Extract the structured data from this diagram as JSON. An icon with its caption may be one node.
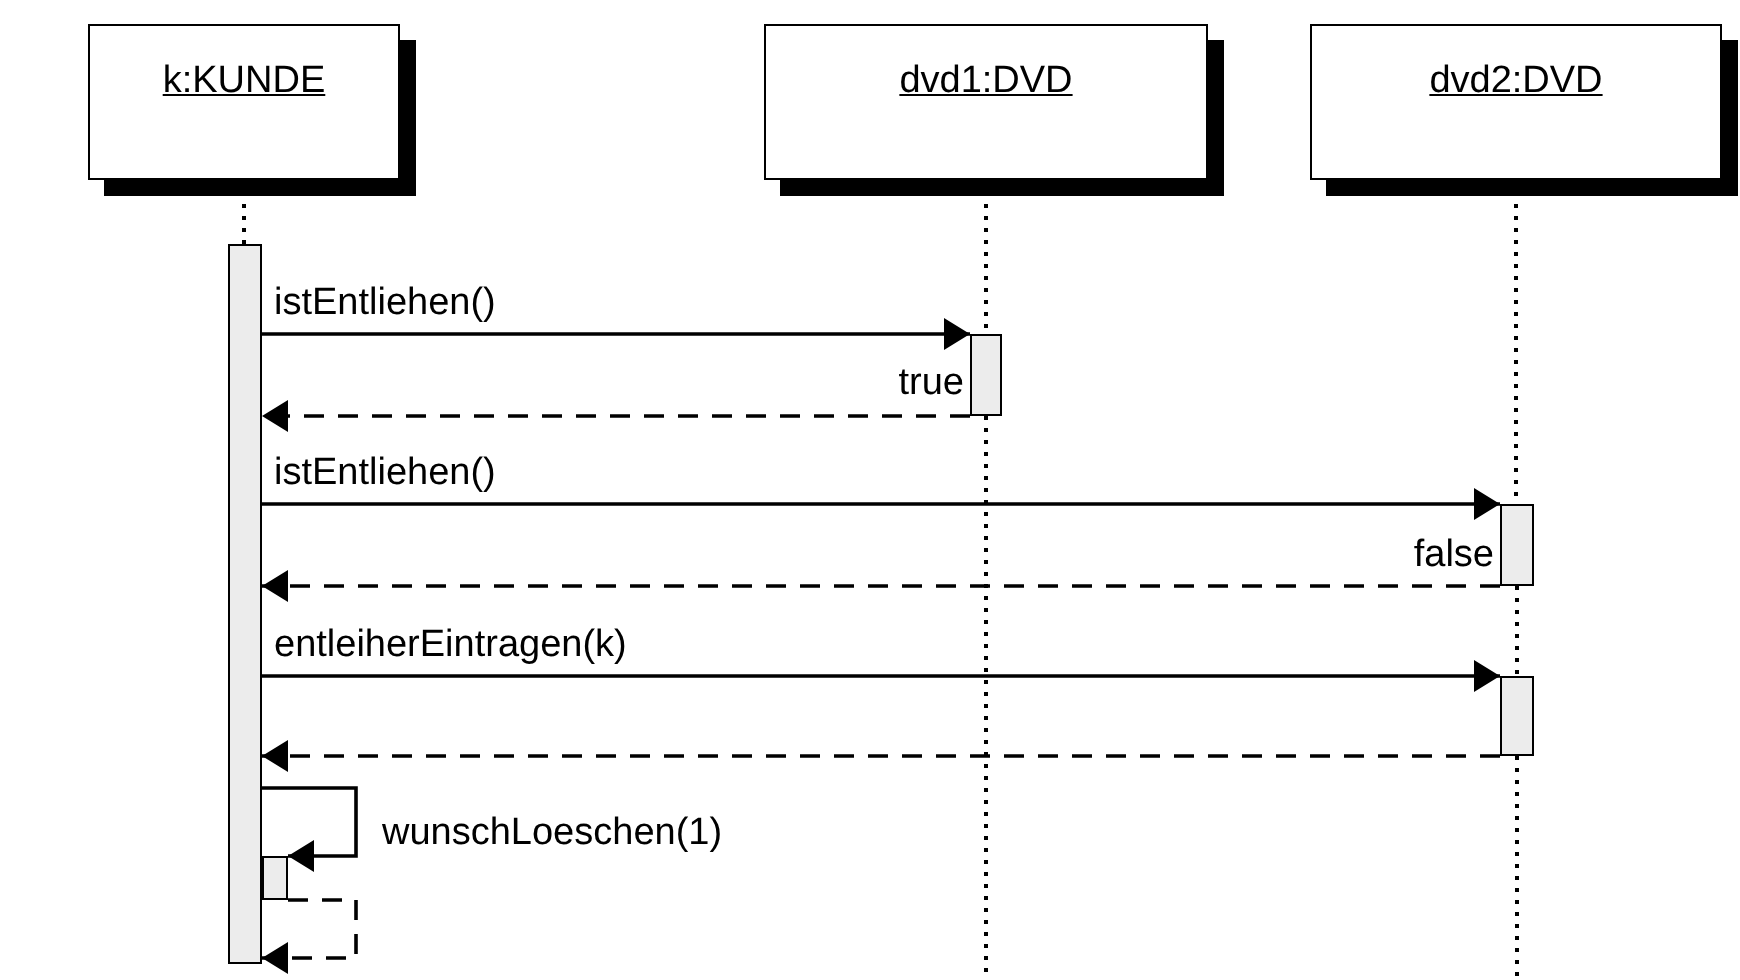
{
  "diagram": {
    "nodes": [
      {
        "text": [
          "k:KUNDE"
        ]
      },
      {
        "text": [
          "dvd1:DVD"
        ]
      },
      {
        "text": [
          "dvd2:DVD"
        ]
      },
      {
        "text": [],
        "shape": "bar"
      },
      {
        "text": [],
        "shape": "bar"
      },
      {
        "text": [],
        "shape": "bar"
      },
      {
        "text": [],
        "shape": "bar"
      },
      {
        "text": [],
        "shape": "bar"
      }
    ],
    "edges": [
      {
        "from": 0,
        "to": 3,
        "arrow": "none",
        "style": "dashed"
      },
      {
        "from": 1,
        "to": 4,
        "arrow": "none",
        "style": "dashed"
      },
      {
        "from": 4,
        "to": null,
        "arrow": "none",
        "style": "dashed"
      },
      {
        "from": 2,
        "to": 5,
        "arrow": "none",
        "style": "dashed"
      },
      {
        "from": 5,
        "to": 6,
        "arrow": "none",
        "style": "dashed"
      },
      {
        "from": 6,
        "to": null,
        "arrow": "none",
        "style": "dashed"
      },
      {
        "from": 3,
        "to": 4,
        "arrow": "to",
        "label": "istEntliehen()"
      },
      {
        "from": 4,
        "to": 3,
        "arrow": "to",
        "label": "true",
        "style": "dashed"
      },
      {
        "from": 3,
        "to": 5,
        "arrow": "to",
        "label": "istEntliehen()"
      },
      {
        "from": 5,
        "to": 3,
        "arrow": "to",
        "label": "false",
        "style": "dashed"
      },
      {
        "from": 3,
        "to": 6,
        "arrow": "to",
        "label": "entleiherEintragen(k)"
      },
      {
        "from": 6,
        "to": 3,
        "arrow": "to",
        "style": "dashed"
      },
      {
        "from": 3,
        "to": 7,
        "arrow": "to",
        "label": "wunschLoeschen(1)"
      },
      {
        "from": 7,
        "to": 3,
        "arrow": "to",
        "style": "dashed"
      }
    ]
  }
}
